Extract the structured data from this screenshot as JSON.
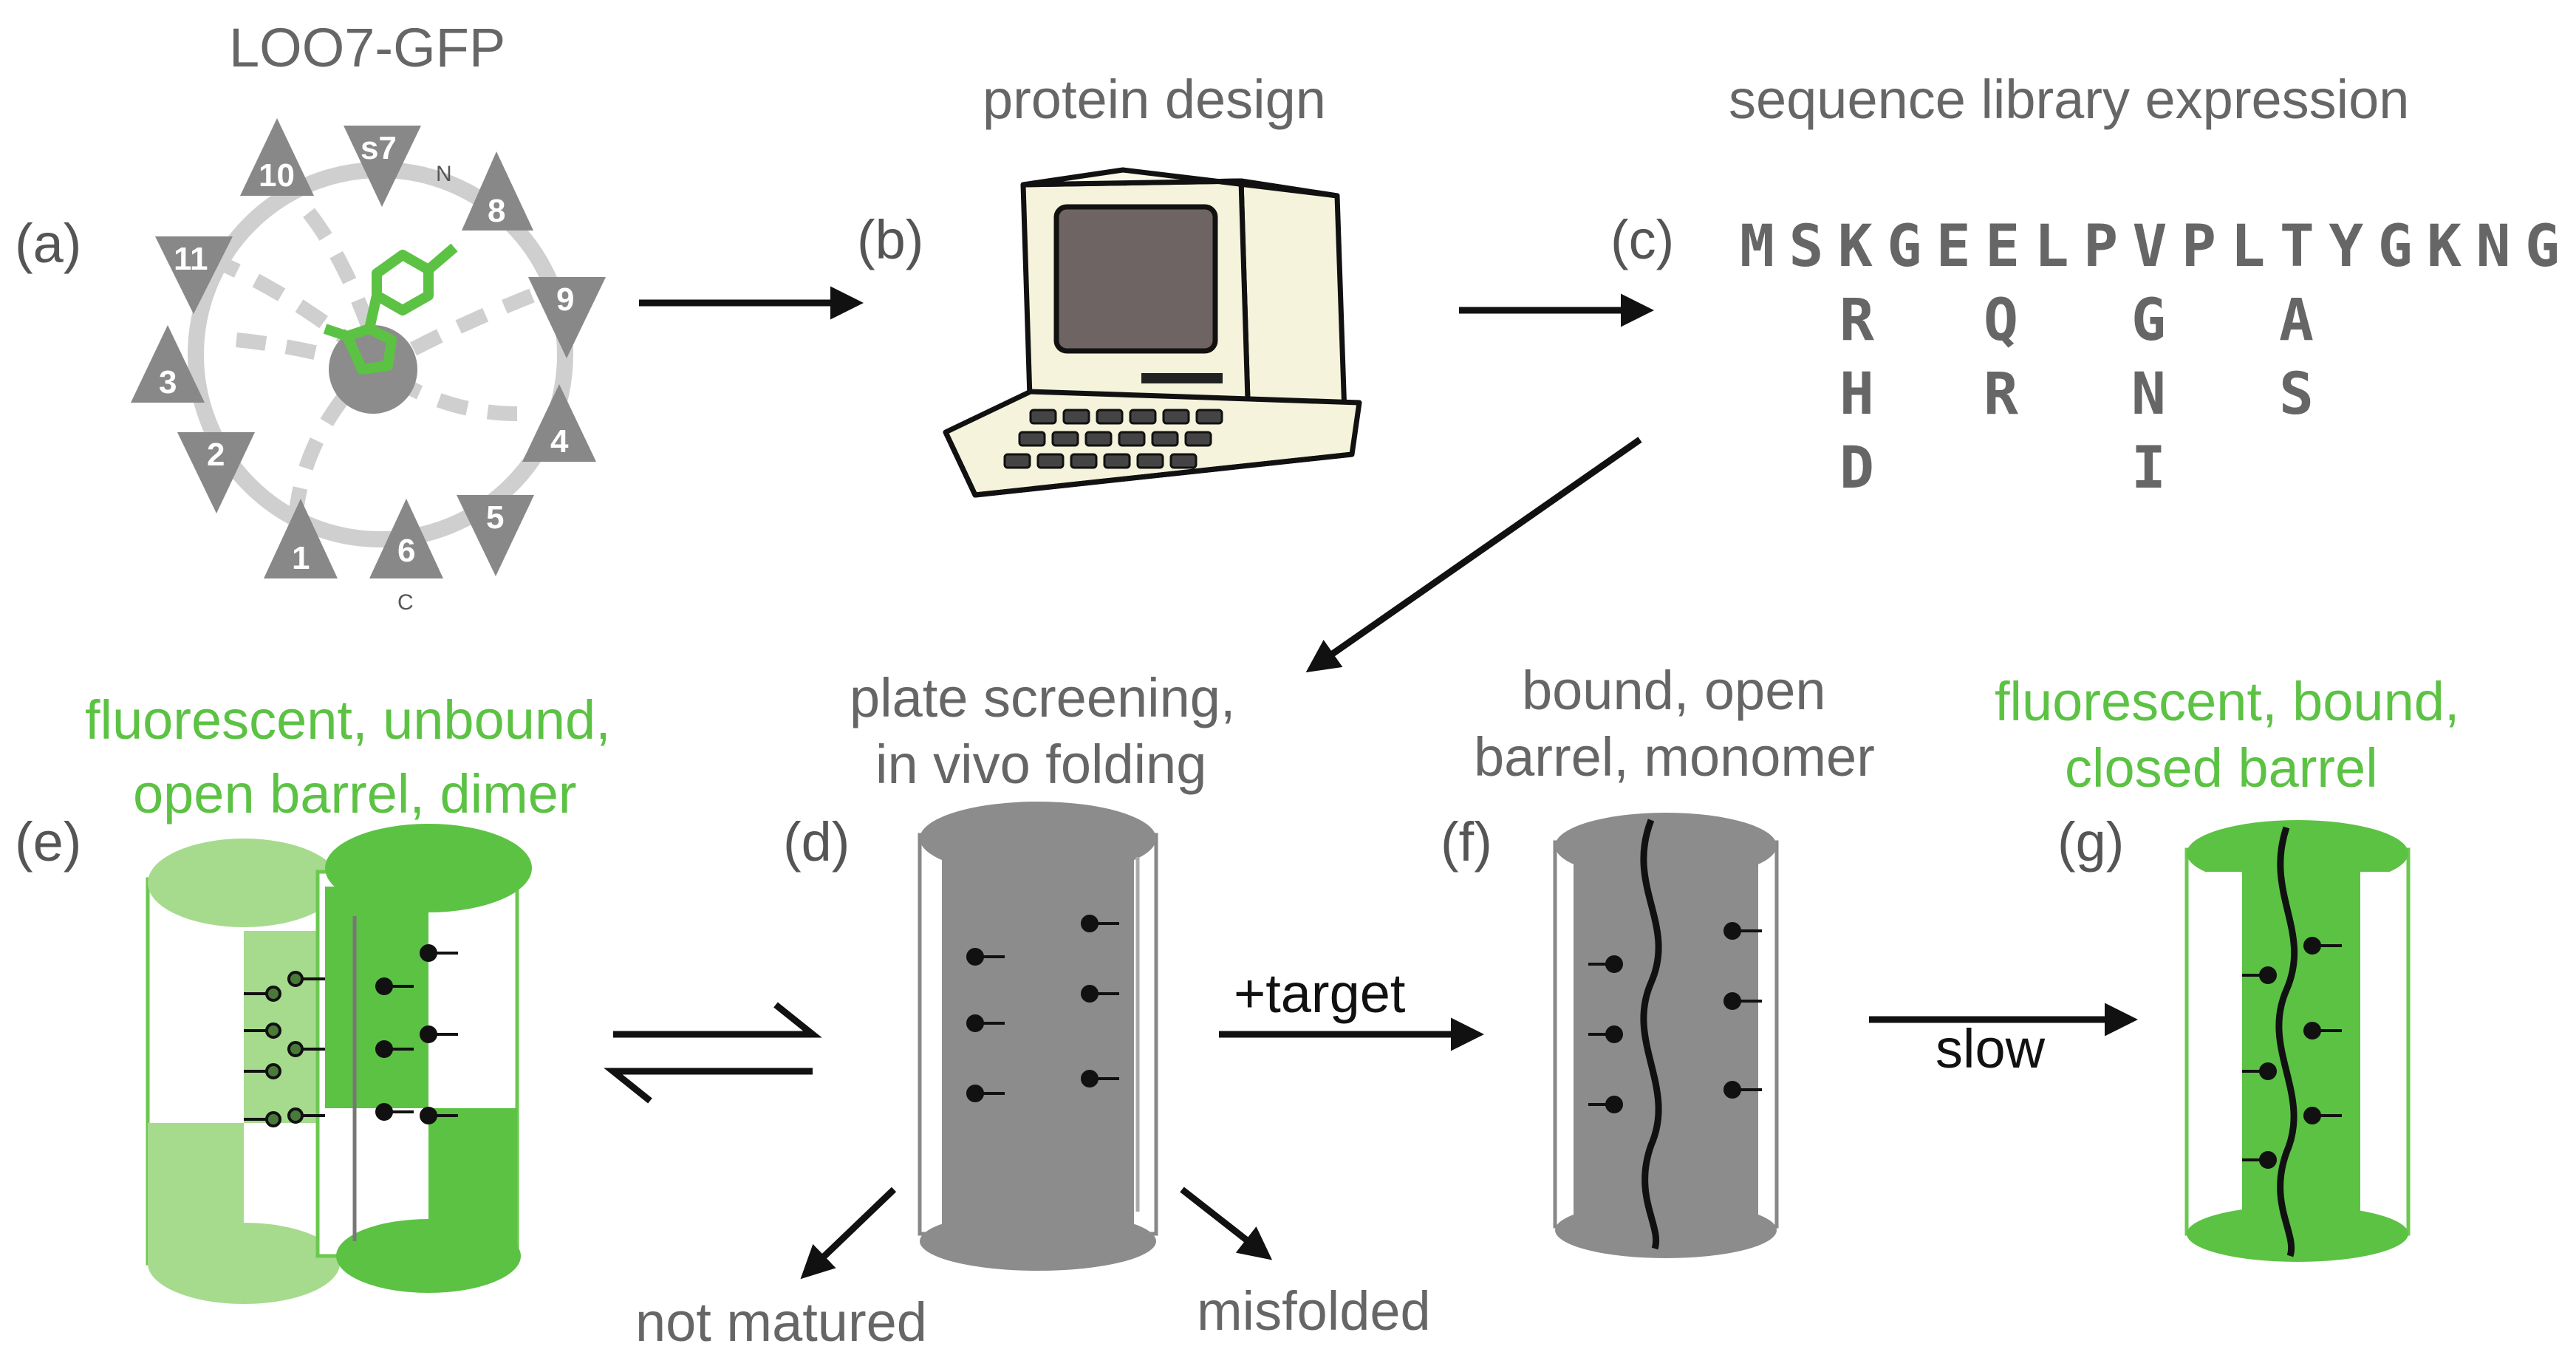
{
  "labels": {
    "a_title": "LOO7-GFP",
    "b_title": "protein design",
    "c_title": "sequence library expression",
    "d_title_1": "plate screening,",
    "d_title_2": "in vivo folding",
    "e_title_1": "fluorescent, unbound,",
    "e_title_2": "open barrel, dimer",
    "f_title_1": "bound, open",
    "f_title_2": "barrel, monomer",
    "g_title_1": "fluorescent, bound,",
    "g_title_2": "closed barrel",
    "arrow_target": "+target",
    "arrow_slow": "slow",
    "not_matured": "not matured",
    "misfolded": "misfolded"
  },
  "panels": {
    "a": "(a)",
    "b": "(b)",
    "c": "(c)",
    "d": "(d)",
    "e": "(e)",
    "f": "(f)",
    "g": "(g)"
  },
  "topology": {
    "strands": [
      "10",
      "s7",
      "8",
      "11",
      "9",
      "3",
      "4",
      "2",
      "5",
      "1",
      "6"
    ],
    "n_term": "N",
    "c_term": "C"
  },
  "sequence": {
    "main": "MSKGEELPVPLTYGKNG",
    "variants": [
      [
        "R",
        "Q",
        "G",
        "A"
      ],
      [
        "H",
        "R",
        "N",
        "S"
      ],
      [
        "D",
        "",
        "I",
        ""
      ]
    ]
  },
  "colors": {
    "green": "#5cc244",
    "light_green": "#a6db8e",
    "gray": "#888888",
    "dark": "#111111"
  }
}
